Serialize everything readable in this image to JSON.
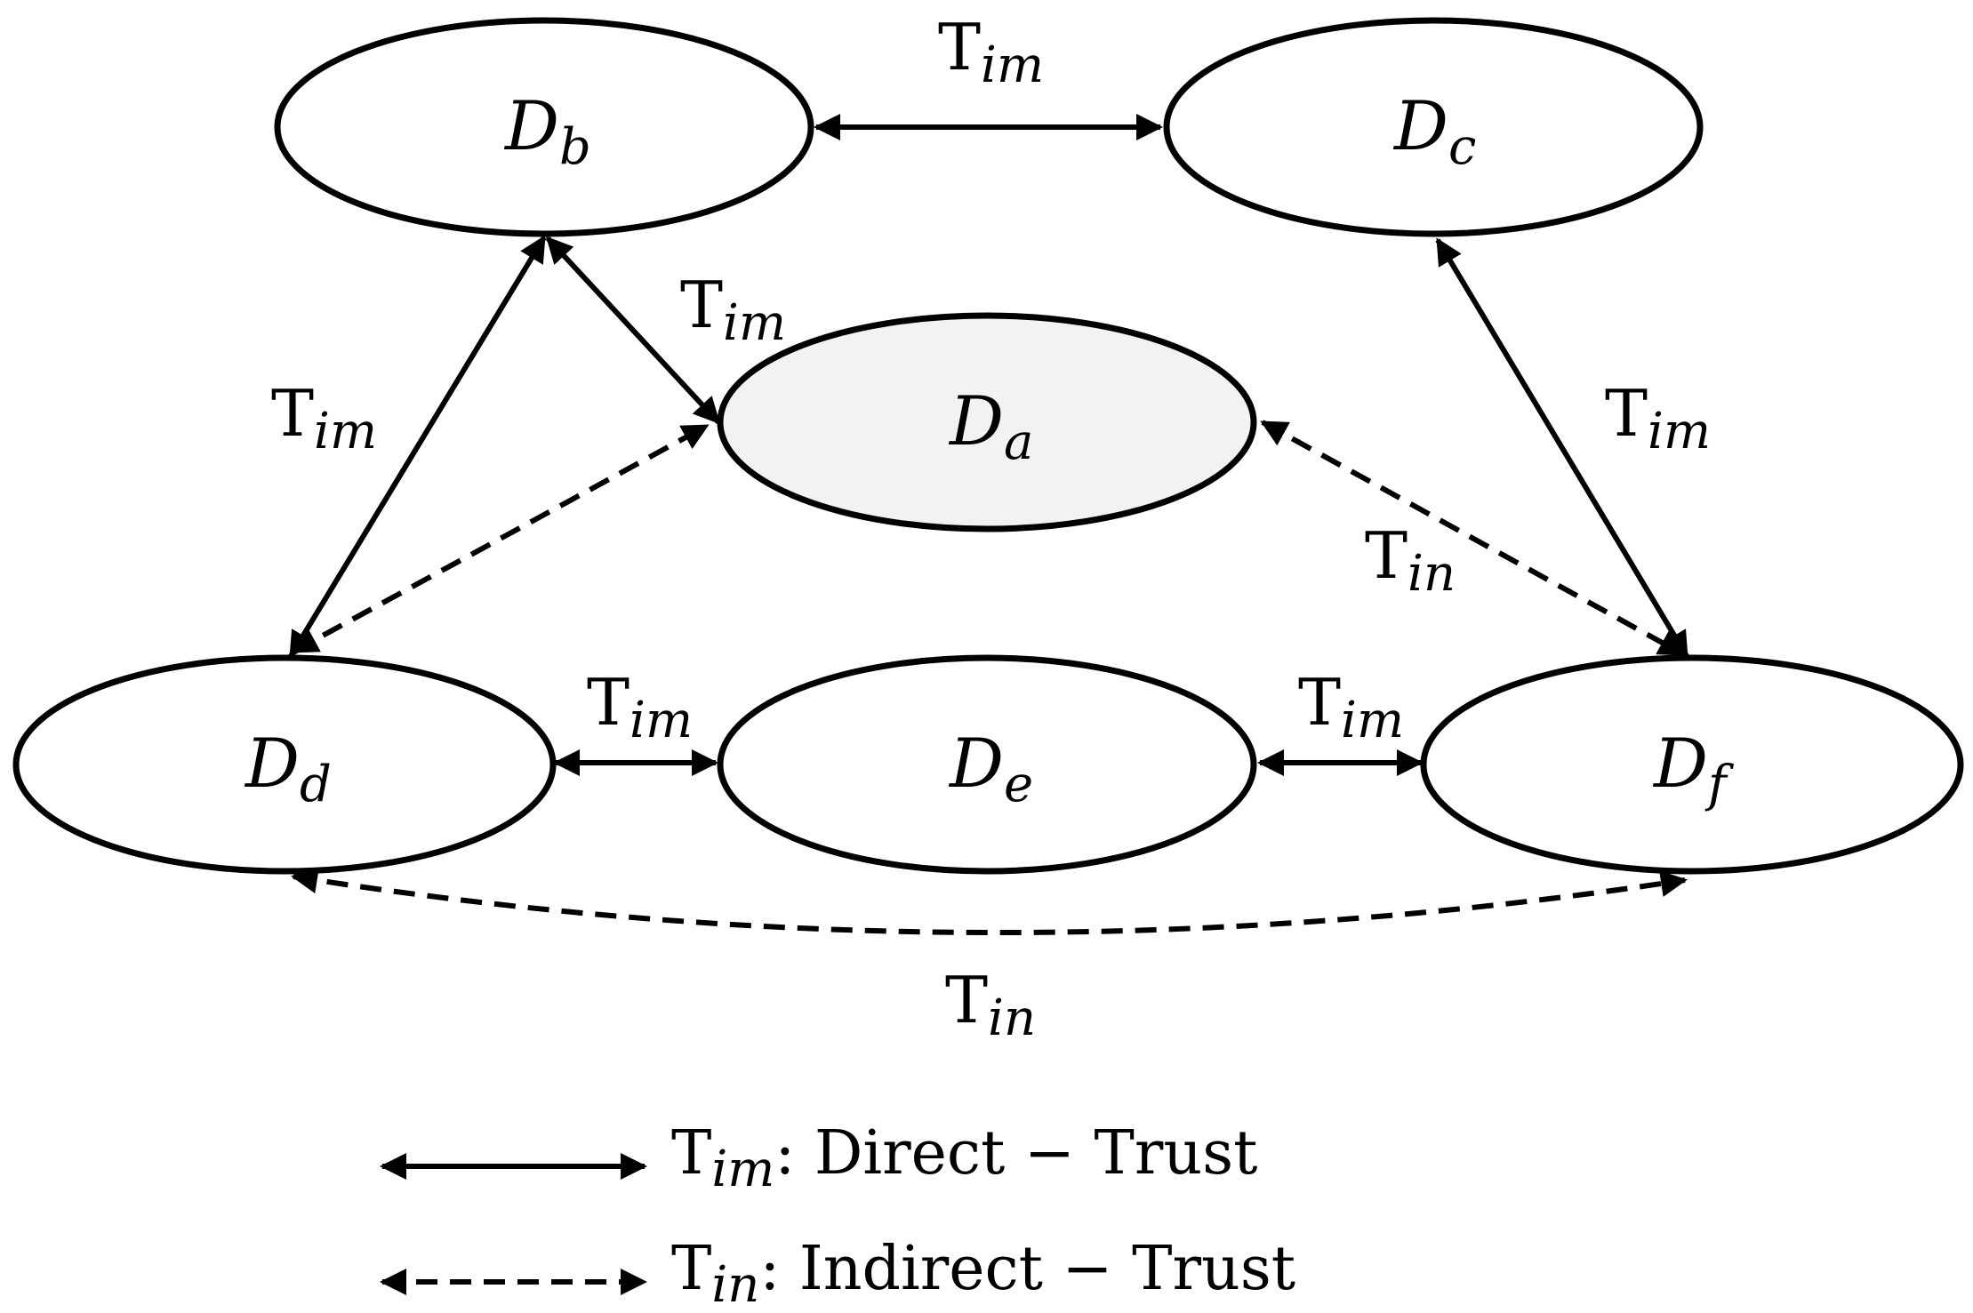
{
  "nodes": [
    {
      "id": "a",
      "letter": "D",
      "sub": "a",
      "highlight": true
    },
    {
      "id": "b",
      "letter": "D",
      "sub": "b",
      "highlight": false
    },
    {
      "id": "c",
      "letter": "D",
      "sub": "c",
      "highlight": false
    },
    {
      "id": "d",
      "letter": "D",
      "sub": "d",
      "highlight": false
    },
    {
      "id": "e",
      "letter": "D",
      "sub": "e",
      "highlight": false
    },
    {
      "id": "f",
      "letter": "D",
      "sub": "f",
      "highlight": false
    }
  ],
  "edges": [
    {
      "from": "b",
      "to": "c",
      "kind": "direct",
      "label": {
        "main": "T",
        "sub": "im"
      }
    },
    {
      "from": "b",
      "to": "a",
      "kind": "direct",
      "label": {
        "main": "T",
        "sub": "im"
      }
    },
    {
      "from": "b",
      "to": "d",
      "kind": "direct",
      "label": {
        "main": "T",
        "sub": "im"
      }
    },
    {
      "from": "c",
      "to": "f",
      "kind": "direct",
      "label": {
        "main": "T",
        "sub": "im"
      }
    },
    {
      "from": "d",
      "to": "e",
      "kind": "direct",
      "label": {
        "main": "T",
        "sub": "im"
      }
    },
    {
      "from": "e",
      "to": "f",
      "kind": "direct",
      "label": {
        "main": "T",
        "sub": "im"
      }
    },
    {
      "from": "d",
      "to": "a",
      "kind": "indirect",
      "label": null
    },
    {
      "from": "a",
      "to": "f",
      "kind": "indirect",
      "label": {
        "main": "T",
        "sub": "in"
      }
    },
    {
      "from": "d",
      "to": "f",
      "kind": "indirect",
      "label": {
        "main": "T",
        "sub": "in"
      }
    }
  ],
  "legend": [
    {
      "kind": "direct",
      "main": "T",
      "sub": "im",
      "text": ": Direct − Trust"
    },
    {
      "kind": "indirect",
      "main": "T",
      "sub": "in",
      "text": ":  Indirect − Trust"
    }
  ],
  "colors": {
    "stroke": "#000000",
    "highlight_fill": "#f2f2f2",
    "fill": "#ffffff"
  }
}
